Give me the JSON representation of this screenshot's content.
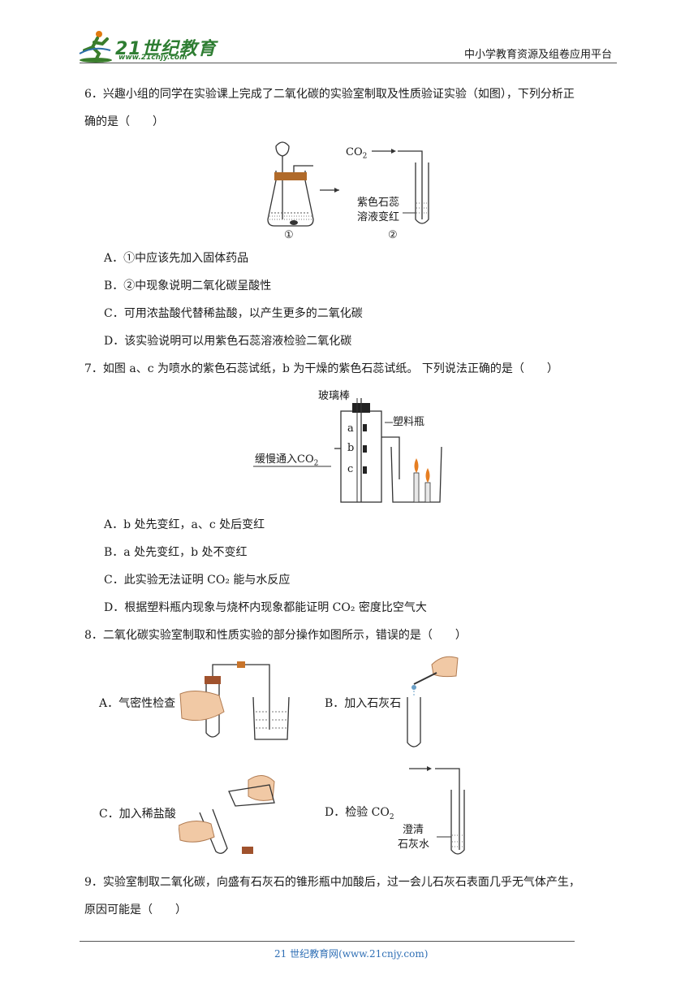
{
  "header": {
    "logo_main": "21世纪教育",
    "logo_sub": "www.21cnjy.com",
    "site_slogan": "中小学教育资源及组卷应用平台"
  },
  "footer": {
    "text": "21 世纪教育网(www.21cnjy.com)"
  },
  "q6": {
    "stem_line1": "6．兴趣小组的同学在实验课上完成了二氧化碳的实验室制取及性质验证实验（如图），下列分析正",
    "stem_line2": "确的是（　　）",
    "fig": {
      "co2": "CO",
      "co2_sub": "2",
      "label1": "紫色石蕊",
      "label2": "溶液变红",
      "num1": "①",
      "num2": "②"
    },
    "options": [
      "A．①中应该先加入固体药品",
      "B．②中现象说明二氧化碳呈酸性",
      "C．可用浓盐酸代替稀盐酸，以产生更多的二氧化碳",
      "D．该实验说明可以用紫色石蕊溶液检验二氧化碳"
    ]
  },
  "q7": {
    "stem": "7．如图 a、c 为喷水的紫色石蕊试纸，b 为干燥的紫色石蕊试纸。 下列说法正确的是（　　）",
    "fig": {
      "rod": "玻璃棒",
      "bottle": "塑料瓶",
      "inlet": "缓慢通入CO",
      "inlet_sub": "2",
      "a": "a",
      "b": "b",
      "c": "c"
    },
    "options": [
      "A．b 处先变红，a、c 处后变红",
      "B．a 处先变红，b 处不变红",
      "C．此实验无法证明 CO₂ 能与水反应",
      "D．根据塑料瓶内现象与烧杯内现象都能证明 CO₂ 密度比空气大"
    ]
  },
  "q8": {
    "stem": "8．二氧化碳实验室制取和性质实验的部分操作如图所示，错误的是（　　）",
    "options": {
      "A": "A．气密性检查",
      "B": "B．加入石灰石",
      "C": "C．加入稀盐酸",
      "D": "D．检验 CO",
      "D_sub": "2",
      "D_label1": "澄清",
      "D_label2": "石灰水"
    }
  },
  "q9": {
    "stem_line1": "9．实验室制取二氧化碳，向盛有石灰石的锥形瓶中加酸后，过一会儿石灰石表面几乎无气体产生，",
    "stem_line2": "原因可能是（　　）"
  }
}
